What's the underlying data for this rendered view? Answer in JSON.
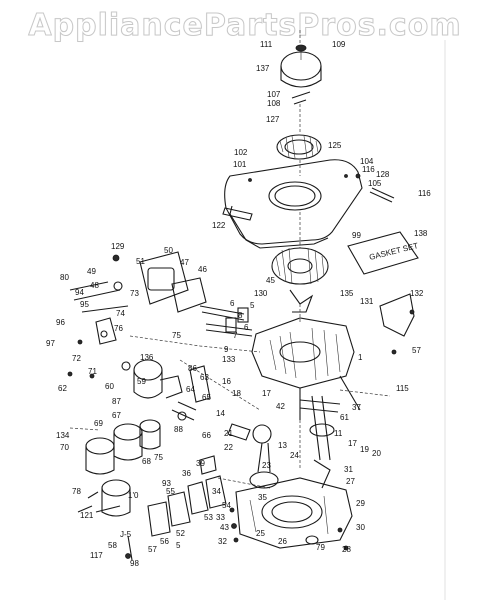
{
  "watermark": "AppliancePartsPros.com",
  "gasket_set_label": "GASKET SET",
  "callouts": [
    {
      "id": "c111",
      "text": "111"
    },
    {
      "id": "c109",
      "text": "109"
    },
    {
      "id": "c137",
      "text": "137"
    },
    {
      "id": "c107",
      "text": "107"
    },
    {
      "id": "c108",
      "text": "108"
    },
    {
      "id": "c127",
      "text": "127"
    },
    {
      "id": "c125",
      "text": "125"
    },
    {
      "id": "c102",
      "text": "102"
    },
    {
      "id": "c101",
      "text": "101"
    },
    {
      "id": "c104",
      "text": "104"
    },
    {
      "id": "c116a",
      "text": "116"
    },
    {
      "id": "c128",
      "text": "128"
    },
    {
      "id": "c105",
      "text": "105"
    },
    {
      "id": "c116b",
      "text": "116"
    },
    {
      "id": "c122",
      "text": "122"
    },
    {
      "id": "c99",
      "text": "99"
    },
    {
      "id": "c138",
      "text": "138"
    },
    {
      "id": "c129",
      "text": "129"
    },
    {
      "id": "c51",
      "text": "51"
    },
    {
      "id": "c50",
      "text": "50"
    },
    {
      "id": "c47",
      "text": "47"
    },
    {
      "id": "c46",
      "text": "46"
    },
    {
      "id": "c80",
      "text": "80"
    },
    {
      "id": "c49",
      "text": "49"
    },
    {
      "id": "c48",
      "text": "48"
    },
    {
      "id": "c45",
      "text": "45"
    },
    {
      "id": "c130",
      "text": "130"
    },
    {
      "id": "c135",
      "text": "135"
    },
    {
      "id": "c131",
      "text": "131"
    },
    {
      "id": "c132",
      "text": "132"
    },
    {
      "id": "c94",
      "text": "94"
    },
    {
      "id": "c95",
      "text": "95"
    },
    {
      "id": "c73",
      "text": "73"
    },
    {
      "id": "c74",
      "text": "74"
    },
    {
      "id": "c6a",
      "text": "6"
    },
    {
      "id": "c8",
      "text": "8"
    },
    {
      "id": "c5a",
      "text": "5"
    },
    {
      "id": "c96",
      "text": "96"
    },
    {
      "id": "c76",
      "text": "76"
    },
    {
      "id": "c75a",
      "text": "75"
    },
    {
      "id": "c7",
      "text": "7"
    },
    {
      "id": "c6b",
      "text": "6"
    },
    {
      "id": "c57a",
      "text": "57"
    },
    {
      "id": "c97",
      "text": "97"
    },
    {
      "id": "c72",
      "text": "72"
    },
    {
      "id": "c9",
      "text": "9"
    },
    {
      "id": "c133",
      "text": "133"
    },
    {
      "id": "c1",
      "text": "1"
    },
    {
      "id": "c71",
      "text": "71"
    },
    {
      "id": "c136",
      "text": "136"
    },
    {
      "id": "c86",
      "text": "86"
    },
    {
      "id": "c62",
      "text": "62"
    },
    {
      "id": "c63",
      "text": "63"
    },
    {
      "id": "c60",
      "text": "60"
    },
    {
      "id": "c59",
      "text": "59"
    },
    {
      "id": "c64",
      "text": "64"
    },
    {
      "id": "c16",
      "text": "16"
    },
    {
      "id": "c17",
      "text": "17"
    },
    {
      "id": "c115",
      "text": "115"
    },
    {
      "id": "c87",
      "text": "87"
    },
    {
      "id": "c65",
      "text": "65"
    },
    {
      "id": "c18",
      "text": "18"
    },
    {
      "id": "c42",
      "text": "42"
    },
    {
      "id": "c61",
      "text": "61"
    },
    {
      "id": "c37",
      "text": "37"
    },
    {
      "id": "c67",
      "text": "67"
    },
    {
      "id": "c66",
      "text": "66"
    },
    {
      "id": "c14",
      "text": "14"
    },
    {
      "id": "c134",
      "text": "134"
    },
    {
      "id": "c69",
      "text": "69"
    },
    {
      "id": "c88",
      "text": "88"
    },
    {
      "id": "c21",
      "text": "21"
    },
    {
      "id": "c22",
      "text": "22"
    },
    {
      "id": "c13",
      "text": "13"
    },
    {
      "id": "c11",
      "text": "11"
    },
    {
      "id": "c70",
      "text": "70"
    },
    {
      "id": "c75b",
      "text": "75"
    },
    {
      "id": "c24",
      "text": "24"
    },
    {
      "id": "c17b",
      "text": "17"
    },
    {
      "id": "c68",
      "text": "68"
    },
    {
      "id": "c19",
      "text": "19"
    },
    {
      "id": "c20",
      "text": "20"
    },
    {
      "id": "c39",
      "text": "39"
    },
    {
      "id": "c36",
      "text": "36"
    },
    {
      "id": "c23",
      "text": "23"
    },
    {
      "id": "c31",
      "text": "31"
    },
    {
      "id": "c78",
      "text": "78"
    },
    {
      "id": "c93",
      "text": "93"
    },
    {
      "id": "c27",
      "text": "27"
    },
    {
      "id": "c10",
      "text": "1'0"
    },
    {
      "id": "c34",
      "text": "34"
    },
    {
      "id": "c55",
      "text": "55"
    },
    {
      "id": "c29",
      "text": "29"
    },
    {
      "id": "c121",
      "text": "121"
    },
    {
      "id": "c53",
      "text": "53"
    },
    {
      "id": "c54",
      "text": "54"
    },
    {
      "id": "c33",
      "text": "33"
    },
    {
      "id": "c52",
      "text": "52"
    },
    {
      "id": "c43",
      "text": "43"
    },
    {
      "id": "c30",
      "text": "30"
    },
    {
      "id": "c35",
      "text": "J-5"
    },
    {
      "id": "c58",
      "text": "58"
    },
    {
      "id": "c32",
      "text": "32"
    },
    {
      "id": "c25",
      "text": "25"
    },
    {
      "id": "c26",
      "text": "26"
    },
    {
      "id": "c79",
      "text": "79"
    },
    {
      "id": "c28",
      "text": "28"
    },
    {
      "id": "c117",
      "text": "117"
    },
    {
      "id": "c57b",
      "text": "57"
    },
    {
      "id": "c98",
      "text": "98"
    },
    {
      "id": "c56",
      "text": "56"
    },
    {
      "id": "c5b",
      "text": "5"
    },
    {
      "id": "c35b",
      "text": "35"
    }
  ]
}
